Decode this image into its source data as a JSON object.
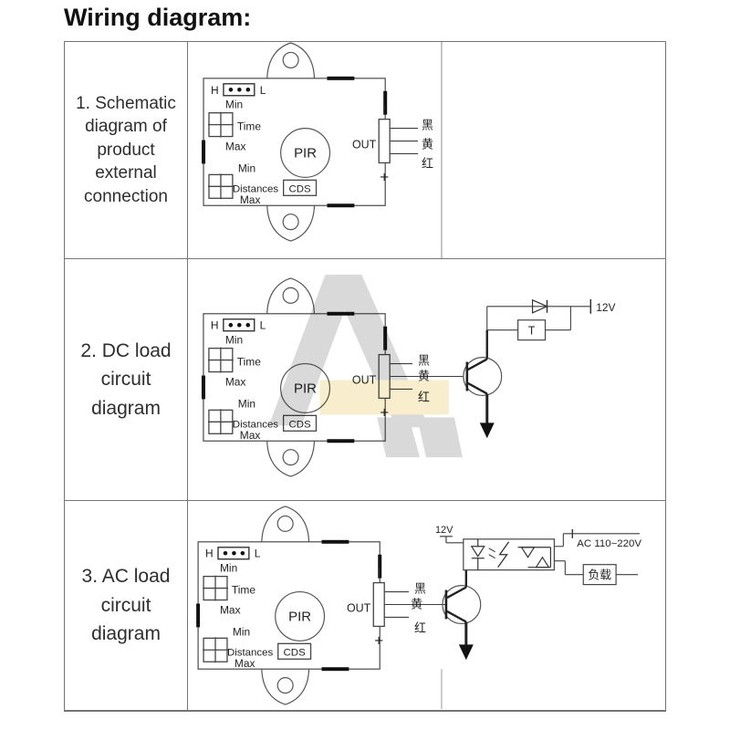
{
  "page": {
    "title": "Wiring diagram:"
  },
  "table": {
    "rows": [
      {
        "label_lines": [
          "1. Schematic",
          "diagram of",
          "product",
          "external",
          "connection"
        ]
      },
      {
        "label_lines": [
          "2. DC load",
          "circuit",
          "diagram"
        ]
      },
      {
        "label_lines": [
          "3. AC load",
          "circuit",
          "diagram"
        ]
      }
    ]
  },
  "module": {
    "jumper_high": "H",
    "jumper_low": "L",
    "min": "Min",
    "max": "Max",
    "time": "Time",
    "distances": "Distances",
    "sensor": "PIR",
    "photocell": "CDS",
    "out": "OUT",
    "plus": "+",
    "wire_black": "黑",
    "wire_yellow": "黄",
    "wire_red": "红"
  },
  "dc_circuit": {
    "relay": "T",
    "supply": "12V"
  },
  "ac_circuit": {
    "supply": "12V",
    "mains": "AC 110~220V",
    "load": "负载"
  },
  "colors": {
    "line": "#3f3f3f",
    "text": "#222222",
    "border": "#757575",
    "watermark_gray": "#d9d9d9",
    "watermark_cream": "#f8eecd",
    "wire_black_label": "#333333",
    "wire_yellow_label": "#6e6430",
    "wire_red_label": "#6e4038"
  }
}
